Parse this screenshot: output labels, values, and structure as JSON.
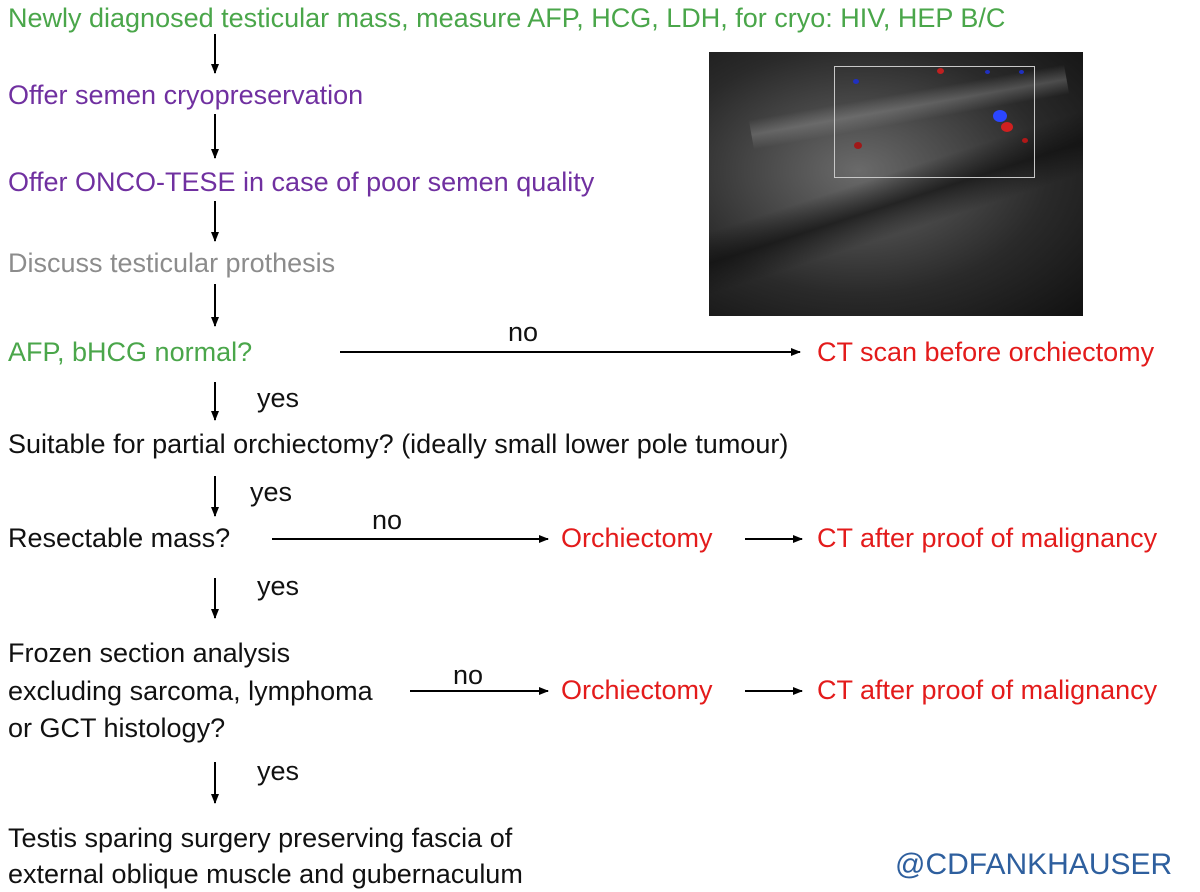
{
  "colors": {
    "green": "#4aa64a",
    "purple": "#7030a0",
    "gray": "#8c8c8c",
    "red": "#e31b1b",
    "handle_blue": "#2e5f9e"
  },
  "steps": {
    "s1": "Newly diagnosed testicular mass, measure AFP, HCG, LDH, for cryo: HIV, HEP B/C",
    "s2": "Offer semen cryopreservation",
    "s3": "Offer ONCO-TESE in case of poor semen quality",
    "s4": "Discuss testicular prothesis",
    "s5": "AFP, bHCG normal?",
    "s6": "Suitable for partial orchiectomy? (ideally small lower pole tumour)",
    "s7": "Resectable mass?",
    "s8": [
      "Frozen section analysis",
      "excluding sarcoma, lymphoma",
      "or GCT histology?"
    ],
    "s9": [
      "Testis sparing surgery preserving fascia of",
      "external oblique muscle and gubernaculum"
    ]
  },
  "outcomes": {
    "ct_before": "CT scan before orchiectomy",
    "orchiectomy_1": "Orchiectomy",
    "ct_after_1": "CT after proof of malignancy",
    "orchiectomy_2": "Orchiectomy",
    "ct_after_2": "CT after proof of malignancy"
  },
  "labels": {
    "no_1": "no",
    "yes_1": "yes",
    "yes_2": "yes",
    "no_2": "no",
    "yes_3": "yes",
    "no_3": "no",
    "yes_4": "yes"
  },
  "image": {
    "icon": "ultrasound-image"
  },
  "handle": "@CDFANKHAUSER"
}
